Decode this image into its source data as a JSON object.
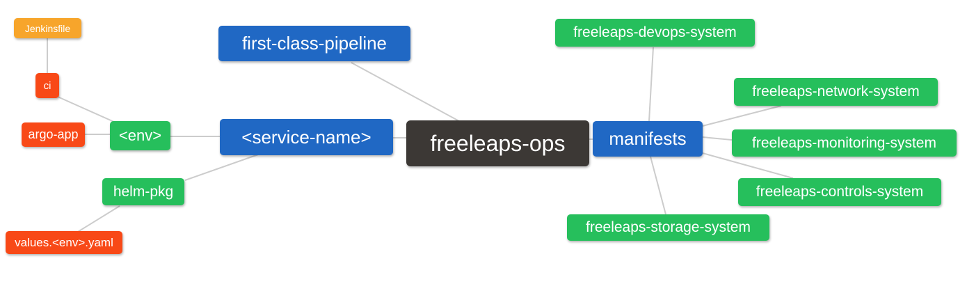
{
  "colors": {
    "blue": "#2068c4",
    "green": "#26bf5c",
    "orange": "#f7a52b",
    "red": "#f84917",
    "dark": "#3c3835",
    "edge": "#cccccc",
    "text": "#ffffff",
    "background": "#ffffff"
  },
  "diagram": {
    "type": "mindmap",
    "root": "freeleaps-ops",
    "nodes": {
      "jenkinsfile": {
        "label": "Jenkinsfile",
        "color": "orange"
      },
      "ci": {
        "label": "ci",
        "color": "red"
      },
      "argo_app": {
        "label": "argo-app",
        "color": "red"
      },
      "env": {
        "label": "<env>",
        "color": "green"
      },
      "helm_pkg": {
        "label": "helm-pkg",
        "color": "green"
      },
      "values_env_yaml": {
        "label": "values.<env>.yaml",
        "color": "red"
      },
      "first_class_pipeline": {
        "label": "first-class-pipeline",
        "color": "blue"
      },
      "service_name": {
        "label": "<service-name>",
        "color": "blue"
      },
      "freeleaps_ops": {
        "label": "freeleaps-ops",
        "color": "dark"
      },
      "manifests": {
        "label": "manifests",
        "color": "blue"
      },
      "devops_system": {
        "label": "freeleaps-devops-system",
        "color": "green"
      },
      "network_system": {
        "label": "freeleaps-network-system",
        "color": "green"
      },
      "monitoring_system": {
        "label": "freeleaps-monitoring-system",
        "color": "green"
      },
      "controls_system": {
        "label": "freeleaps-controls-system",
        "color": "green"
      },
      "storage_system": {
        "label": "freeleaps-storage-system",
        "color": "green"
      }
    },
    "edges": [
      {
        "from": "jenkinsfile",
        "to": "ci"
      },
      {
        "from": "ci",
        "to": "env"
      },
      {
        "from": "argo_app",
        "to": "env"
      },
      {
        "from": "env",
        "to": "service_name"
      },
      {
        "from": "helm_pkg",
        "to": "service_name"
      },
      {
        "from": "values_env_yaml",
        "to": "helm_pkg"
      },
      {
        "from": "first_class_pipeline",
        "to": "freeleaps_ops"
      },
      {
        "from": "service_name",
        "to": "freeleaps_ops"
      },
      {
        "from": "freeleaps_ops",
        "to": "manifests"
      },
      {
        "from": "manifests",
        "to": "devops_system"
      },
      {
        "from": "manifests",
        "to": "network_system"
      },
      {
        "from": "manifests",
        "to": "monitoring_system"
      },
      {
        "from": "manifests",
        "to": "controls_system"
      },
      {
        "from": "manifests",
        "to": "storage_system"
      }
    ]
  }
}
